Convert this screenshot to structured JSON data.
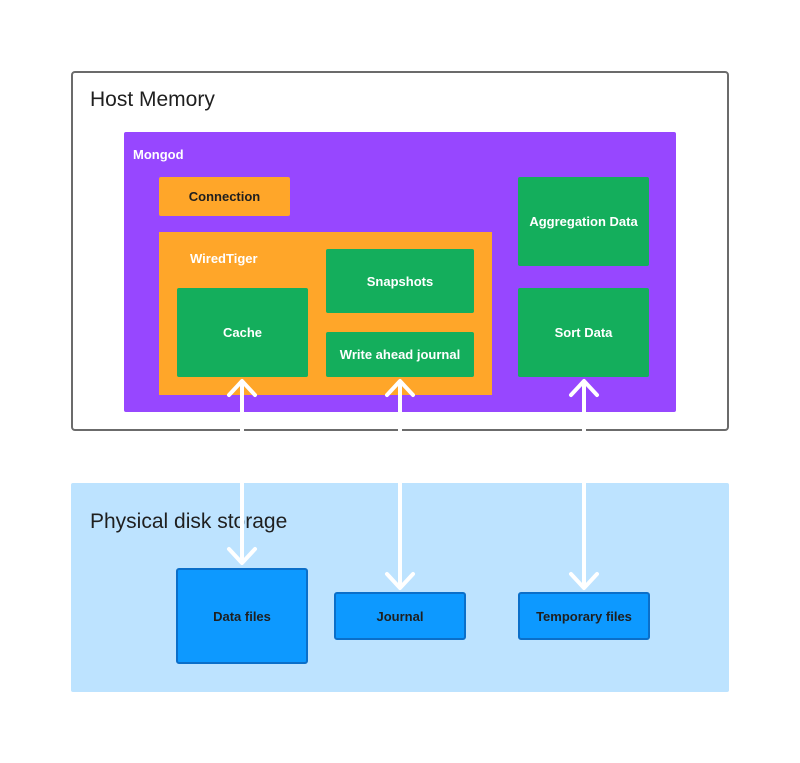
{
  "host_memory": {
    "label": "Host Memory",
    "mongod": {
      "label": "Mongod",
      "connection": "Connection",
      "wiredtiger": {
        "label": "WiredTiger",
        "cache": "Cache",
        "snapshots": "Snapshots",
        "write_ahead_journal": "Write ahead journal"
      },
      "aggregation_data": "Aggregation Data",
      "sort_data": "Sort Data"
    }
  },
  "physical_disk": {
    "label": "Physical disk storage",
    "data_files": "Data files",
    "journal": "Journal",
    "temporary_files": "Temporary files"
  },
  "colors": {
    "mongod": "#9747ff",
    "wiredtiger": "#ffa629",
    "memory_component": "#14ae5c",
    "disk_area": "#bde3ff",
    "disk_file": "#0d99ff",
    "arrow": "#ffffff"
  }
}
